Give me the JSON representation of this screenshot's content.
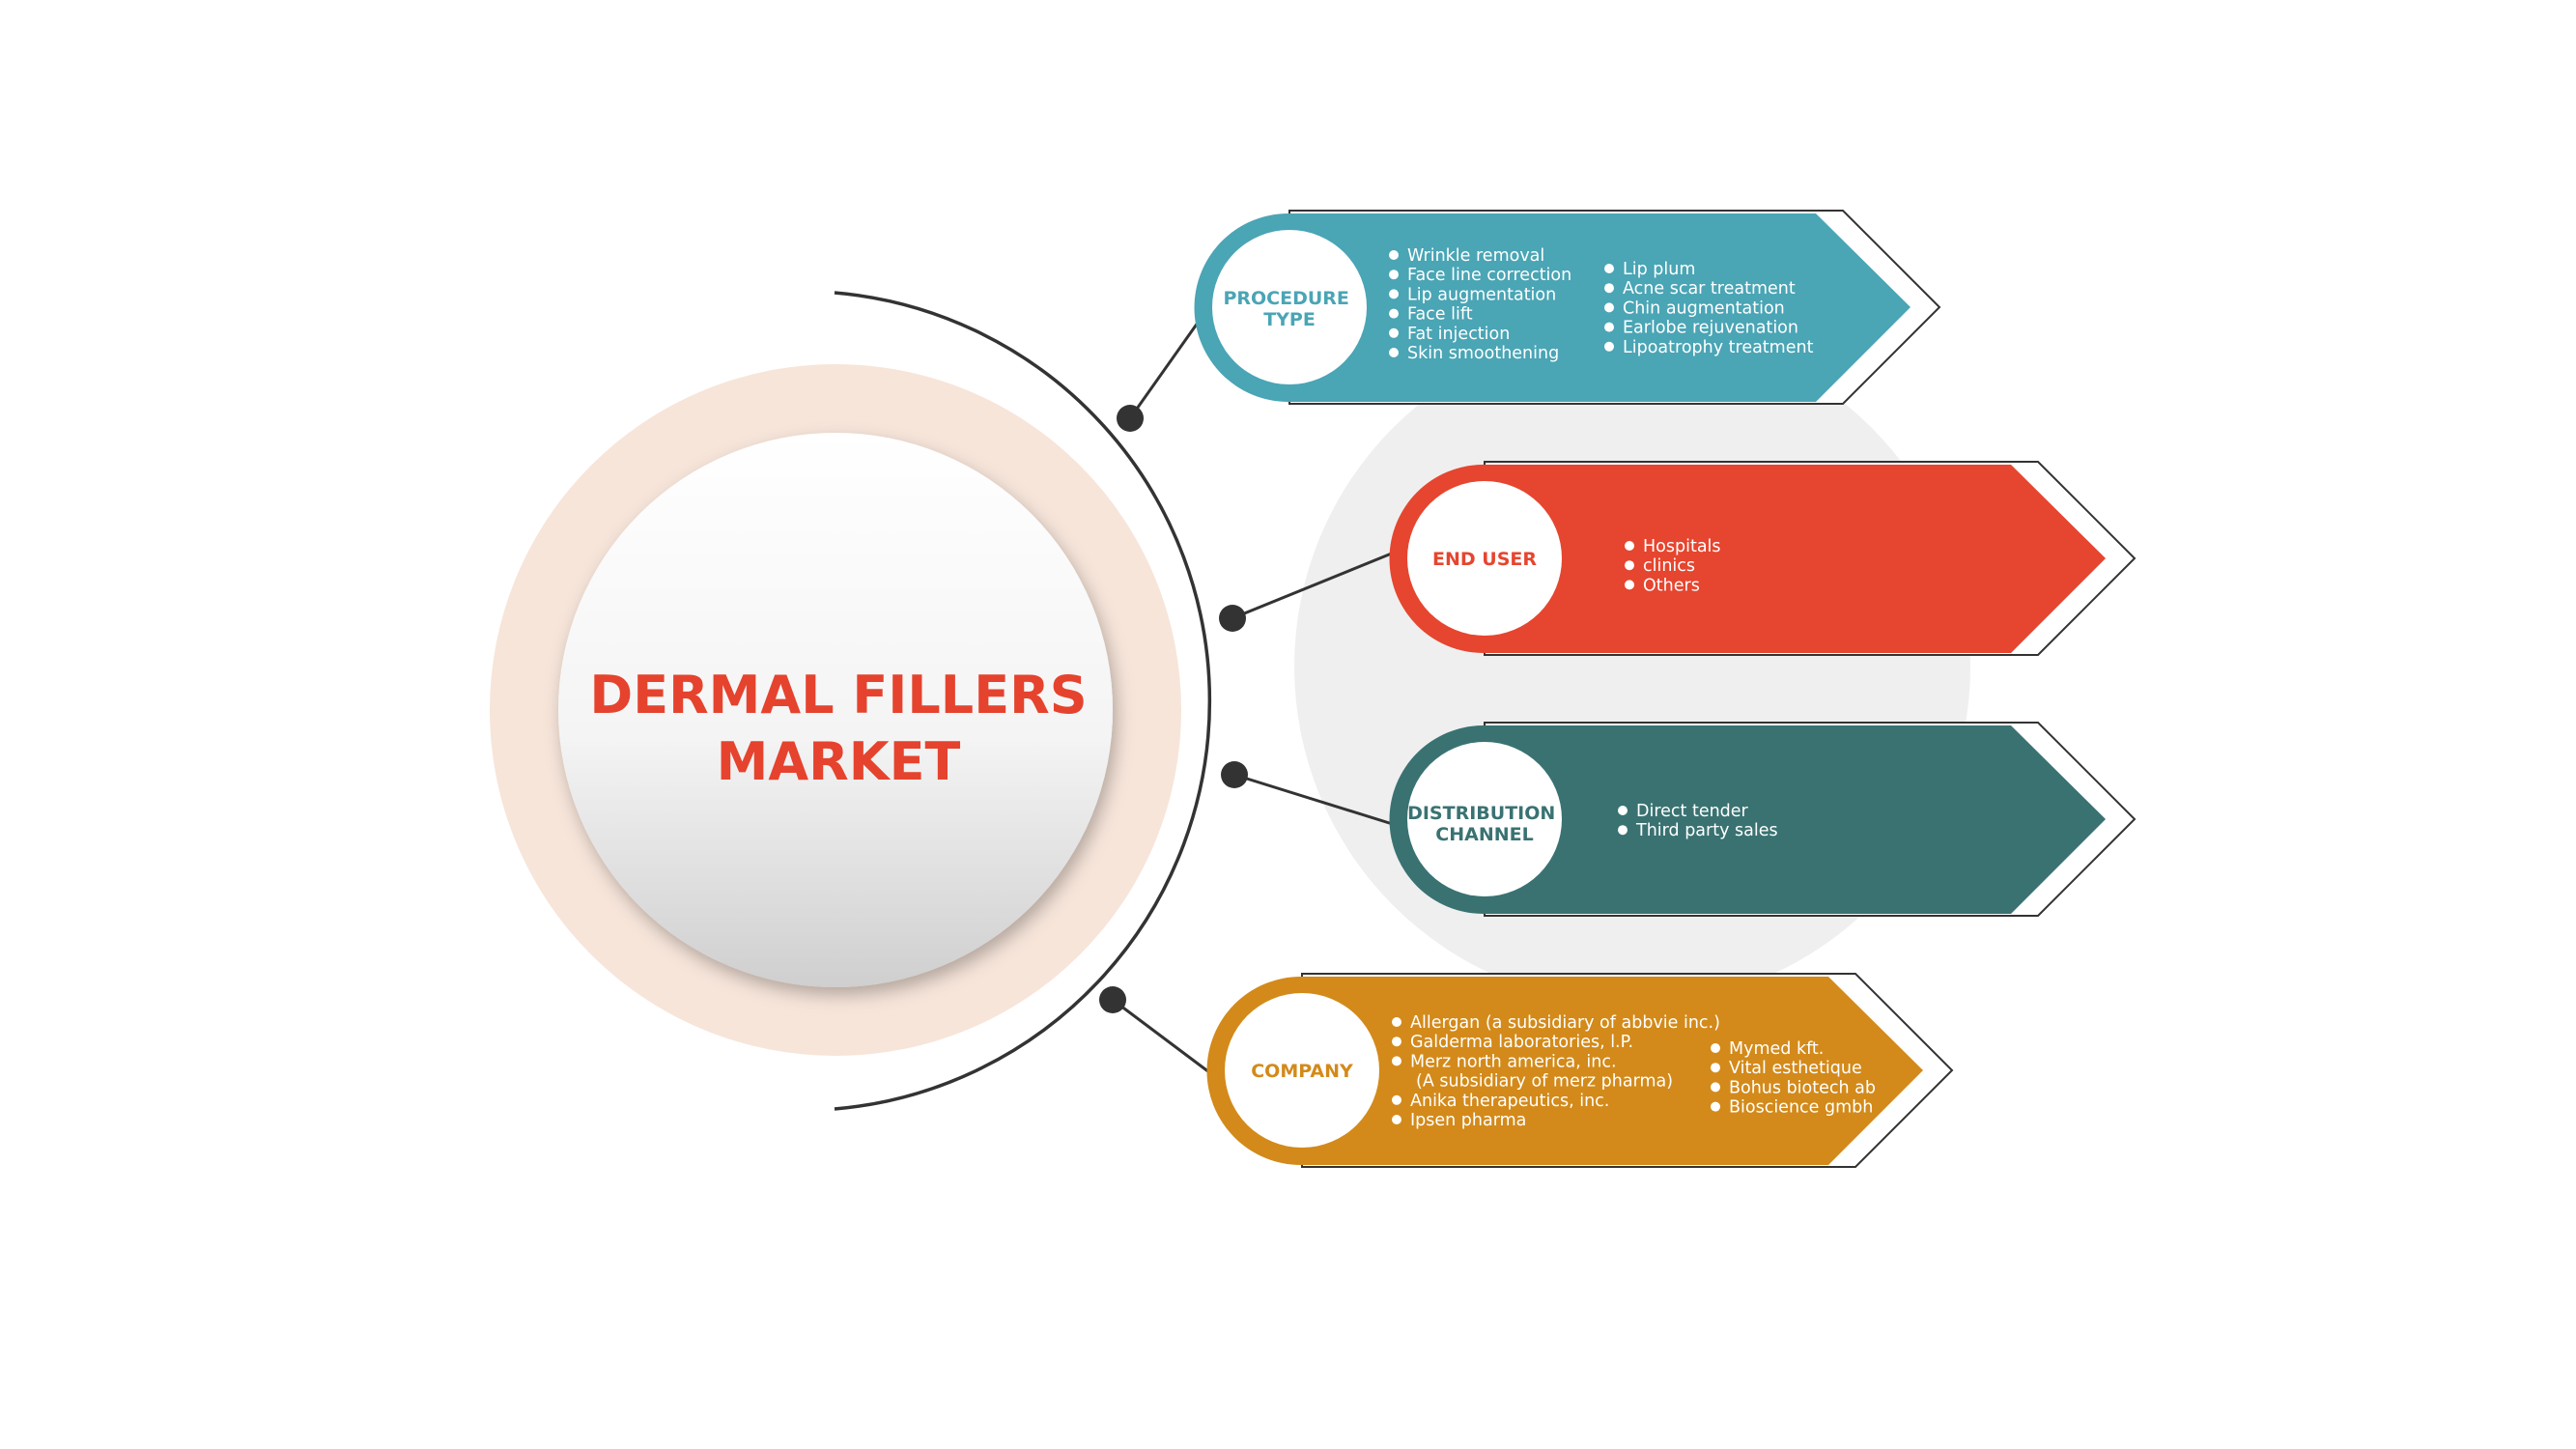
{
  "title": {
    "line1": "DERMAL FILLERS",
    "line2": "MARKET"
  },
  "colors": {
    "procedure": "#4aa5b5",
    "end_user": "#e6452f",
    "distribution": "#3a7272",
    "company": "#d38a1a",
    "ring": "#f7e5da",
    "arc": "#333333"
  },
  "segments": [
    {
      "key": "procedure",
      "label_lines": [
        "PROCEDURE",
        "TYPE"
      ],
      "columns": [
        [
          "Wrinkle removal",
          "Face line correction",
          "Lip augmentation",
          "Face lift",
          "Fat injection",
          "Skin smoothening"
        ],
        [
          "Lip plum",
          "Acne scar treatment",
          "Chin augmentation",
          "Earlobe rejuvenation",
          "Lipoatrophy treatment"
        ]
      ]
    },
    {
      "key": "end_user",
      "label_lines": [
        "END USER"
      ],
      "columns": [
        [
          "Hospitals",
          "clinics",
          "Others"
        ]
      ]
    },
    {
      "key": "distribution",
      "label_lines": [
        "DISTRIBUTION",
        "CHANNEL"
      ],
      "columns": [
        [
          "Direct tender",
          "Third party sales"
        ]
      ]
    },
    {
      "key": "company",
      "label_lines": [
        "COMPANY"
      ],
      "columns": [
        [
          "Allergan (a subsidiary of abbvie inc.)",
          "Galderma laboratories, l.P.",
          "Merz north america, inc.",
          "(A subsidiary of  merz pharma)",
          "Anika therapeutics, inc.",
          "Ipsen pharma"
        ],
        [
          "Mymed kft.",
          "Vital esthetique",
          "Bohus biotech ab",
          "Bioscience gmbh"
        ]
      ]
    }
  ]
}
